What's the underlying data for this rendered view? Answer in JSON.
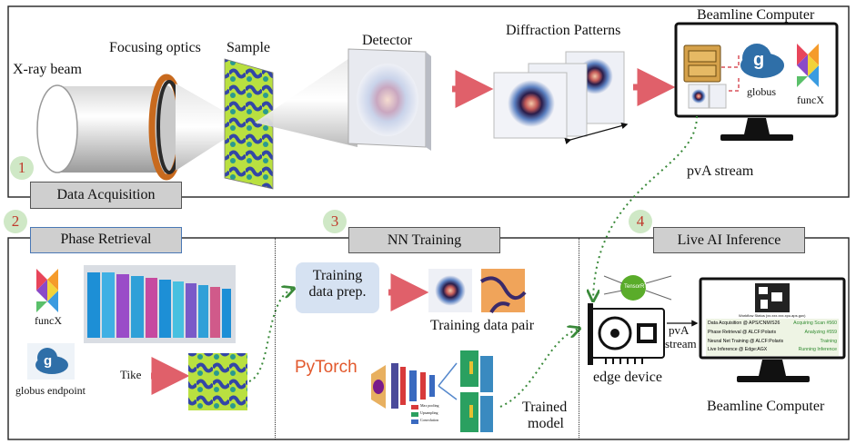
{
  "stages": {
    "s1": {
      "number": "1",
      "title": "Data Acquisition"
    },
    "s2": {
      "number": "2",
      "title": "Phase Retrieval"
    },
    "s3": {
      "number": "3",
      "title": "NN Training"
    },
    "s4": {
      "number": "4",
      "title": "Live AI Inference"
    }
  },
  "acquisition": {
    "xray": "X-ray beam",
    "optics": "Focusing optics",
    "sample": "Sample",
    "detector": "Detector",
    "patterns": "Diffraction Patterns",
    "beamline_top": "Beamline Computer",
    "globus": "globus",
    "funcx": "funcX",
    "pva_top": "pvA stream"
  },
  "phase": {
    "funcx": "funcX",
    "globus": "globus endpoint",
    "tike": "Tike"
  },
  "training": {
    "prep_line1": "Training",
    "prep_line2": "data prep.",
    "pair": "Training data pair",
    "pytorch": "PyTorch",
    "trained_line1": "Trained",
    "trained_line2": "model",
    "legend": [
      "Max pooling",
      "Upsampling",
      "Convolution"
    ]
  },
  "inference": {
    "edge": "edge device",
    "tensorrt": "TensorRT",
    "pva_line1": "pvA",
    "pva_line2": "stream",
    "beamline_bottom": "Beamline Computer",
    "monitor_title": "Workflow Status (xx.xxx.xxx.xpu.aps.gov)",
    "rows": [
      {
        "task": "Data Acquisition @ APS/CNM/S26",
        "status": "Acquiring Scan #560"
      },
      {
        "task": "Phase Retrieval @ ALCF:Polaris",
        "status": "Analyzing #559"
      },
      {
        "task": "Neural Net Training @ ALCF:Polaris",
        "status": "Training"
      },
      {
        "task": "Live Inference @ Edge:AGX",
        "status": "Running Inference"
      }
    ]
  },
  "colors": {
    "arrow": "#e0606a",
    "tag_fill": "#cfcfcf",
    "number_fill": "#cfe8c6",
    "number_text": "#c0392b",
    "dotted": "#3a8a3a"
  }
}
